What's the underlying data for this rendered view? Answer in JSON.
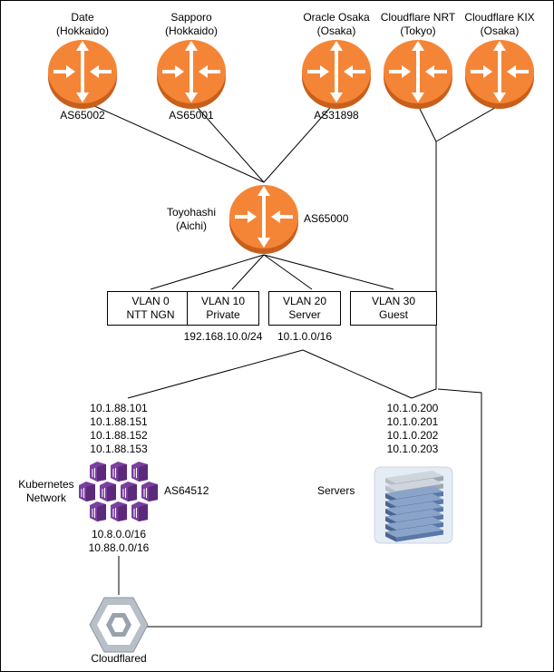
{
  "routers": [
    {
      "id": "date",
      "name": "Date",
      "region": "(Hokkaido)",
      "asn": "AS65002"
    },
    {
      "id": "sapporo",
      "name": "Sapporo",
      "region": "(Hokkaido)",
      "asn": "AS65001"
    },
    {
      "id": "oracle-osaka",
      "name": "Oracle Osaka",
      "region": "(Osaka)",
      "asn": "AS31898"
    },
    {
      "id": "cloudflare-nrt",
      "name": "Cloudflare NRT",
      "region": "(Tokyo)"
    },
    {
      "id": "cloudflare-kix",
      "name": "Cloudflare KIX",
      "region": "(Osaka)"
    }
  ],
  "core": {
    "name": "Toyohashi",
    "region": "(Aichi)",
    "asn": "AS65000"
  },
  "vlans": [
    {
      "id": "vlan0",
      "line1": "VLAN 0",
      "line2": "NTT NGN",
      "subnet": ""
    },
    {
      "id": "vlan10",
      "line1": "VLAN 10",
      "line2": "Private",
      "subnet": "192.168.10.0/24"
    },
    {
      "id": "vlan20",
      "line1": "VLAN 20",
      "line2": "Server",
      "subnet": "10.1.0.0/16"
    },
    {
      "id": "vlan30",
      "line1": "VLAN 30",
      "line2": "Guest",
      "subnet": ""
    }
  ],
  "kubernetes": {
    "name_line1": "Kubernetes",
    "name_line2": "Network",
    "asn": "AS64512",
    "node_ips": [
      "10.1.88.101",
      "10.1.88.151",
      "10.1.88.152",
      "10.1.88.153"
    ],
    "cidrs": [
      "10.8.0.0/16",
      "10.88.0.0/16"
    ]
  },
  "servers": {
    "label": "Servers",
    "ips": [
      "10.1.0.200",
      "10.1.0.201",
      "10.1.0.202",
      "10.1.0.203"
    ]
  },
  "cloudflared": {
    "label": "Cloudflared"
  },
  "colors": {
    "router_fill": "#f58536",
    "router_dark": "#c85f1b",
    "arrow": "#ffffff",
    "k8s": "#7b3fa0",
    "server": "#5a78a8",
    "cloudflared": "#9aa3ad"
  }
}
